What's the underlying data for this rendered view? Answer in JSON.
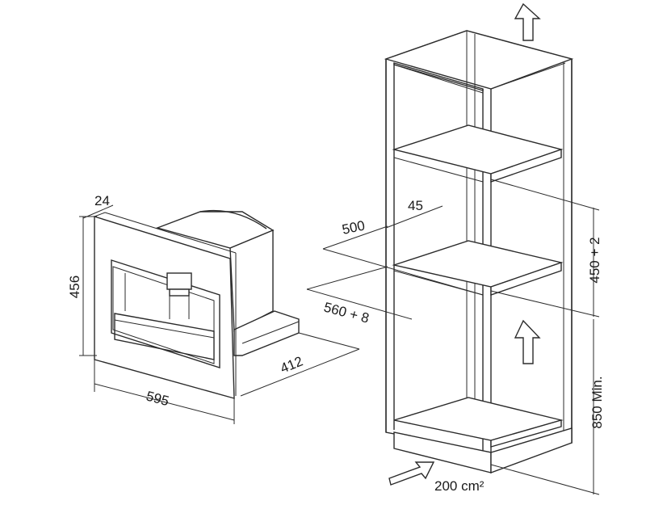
{
  "dimensions": {
    "frame_depth": "24",
    "height": "456",
    "width": "595",
    "depth": "412",
    "niche_depth": "500",
    "niche_offset": "45",
    "niche_width": "560 + 8",
    "niche_height": "450 + 2",
    "min_height": "850 Min.",
    "vent_area": "200 cm²"
  },
  "icons": {
    "airflow_top": "arrow-up-icon",
    "airflow_mid": "arrow-up-icon",
    "airflow_in": "arrow-in-icon"
  }
}
